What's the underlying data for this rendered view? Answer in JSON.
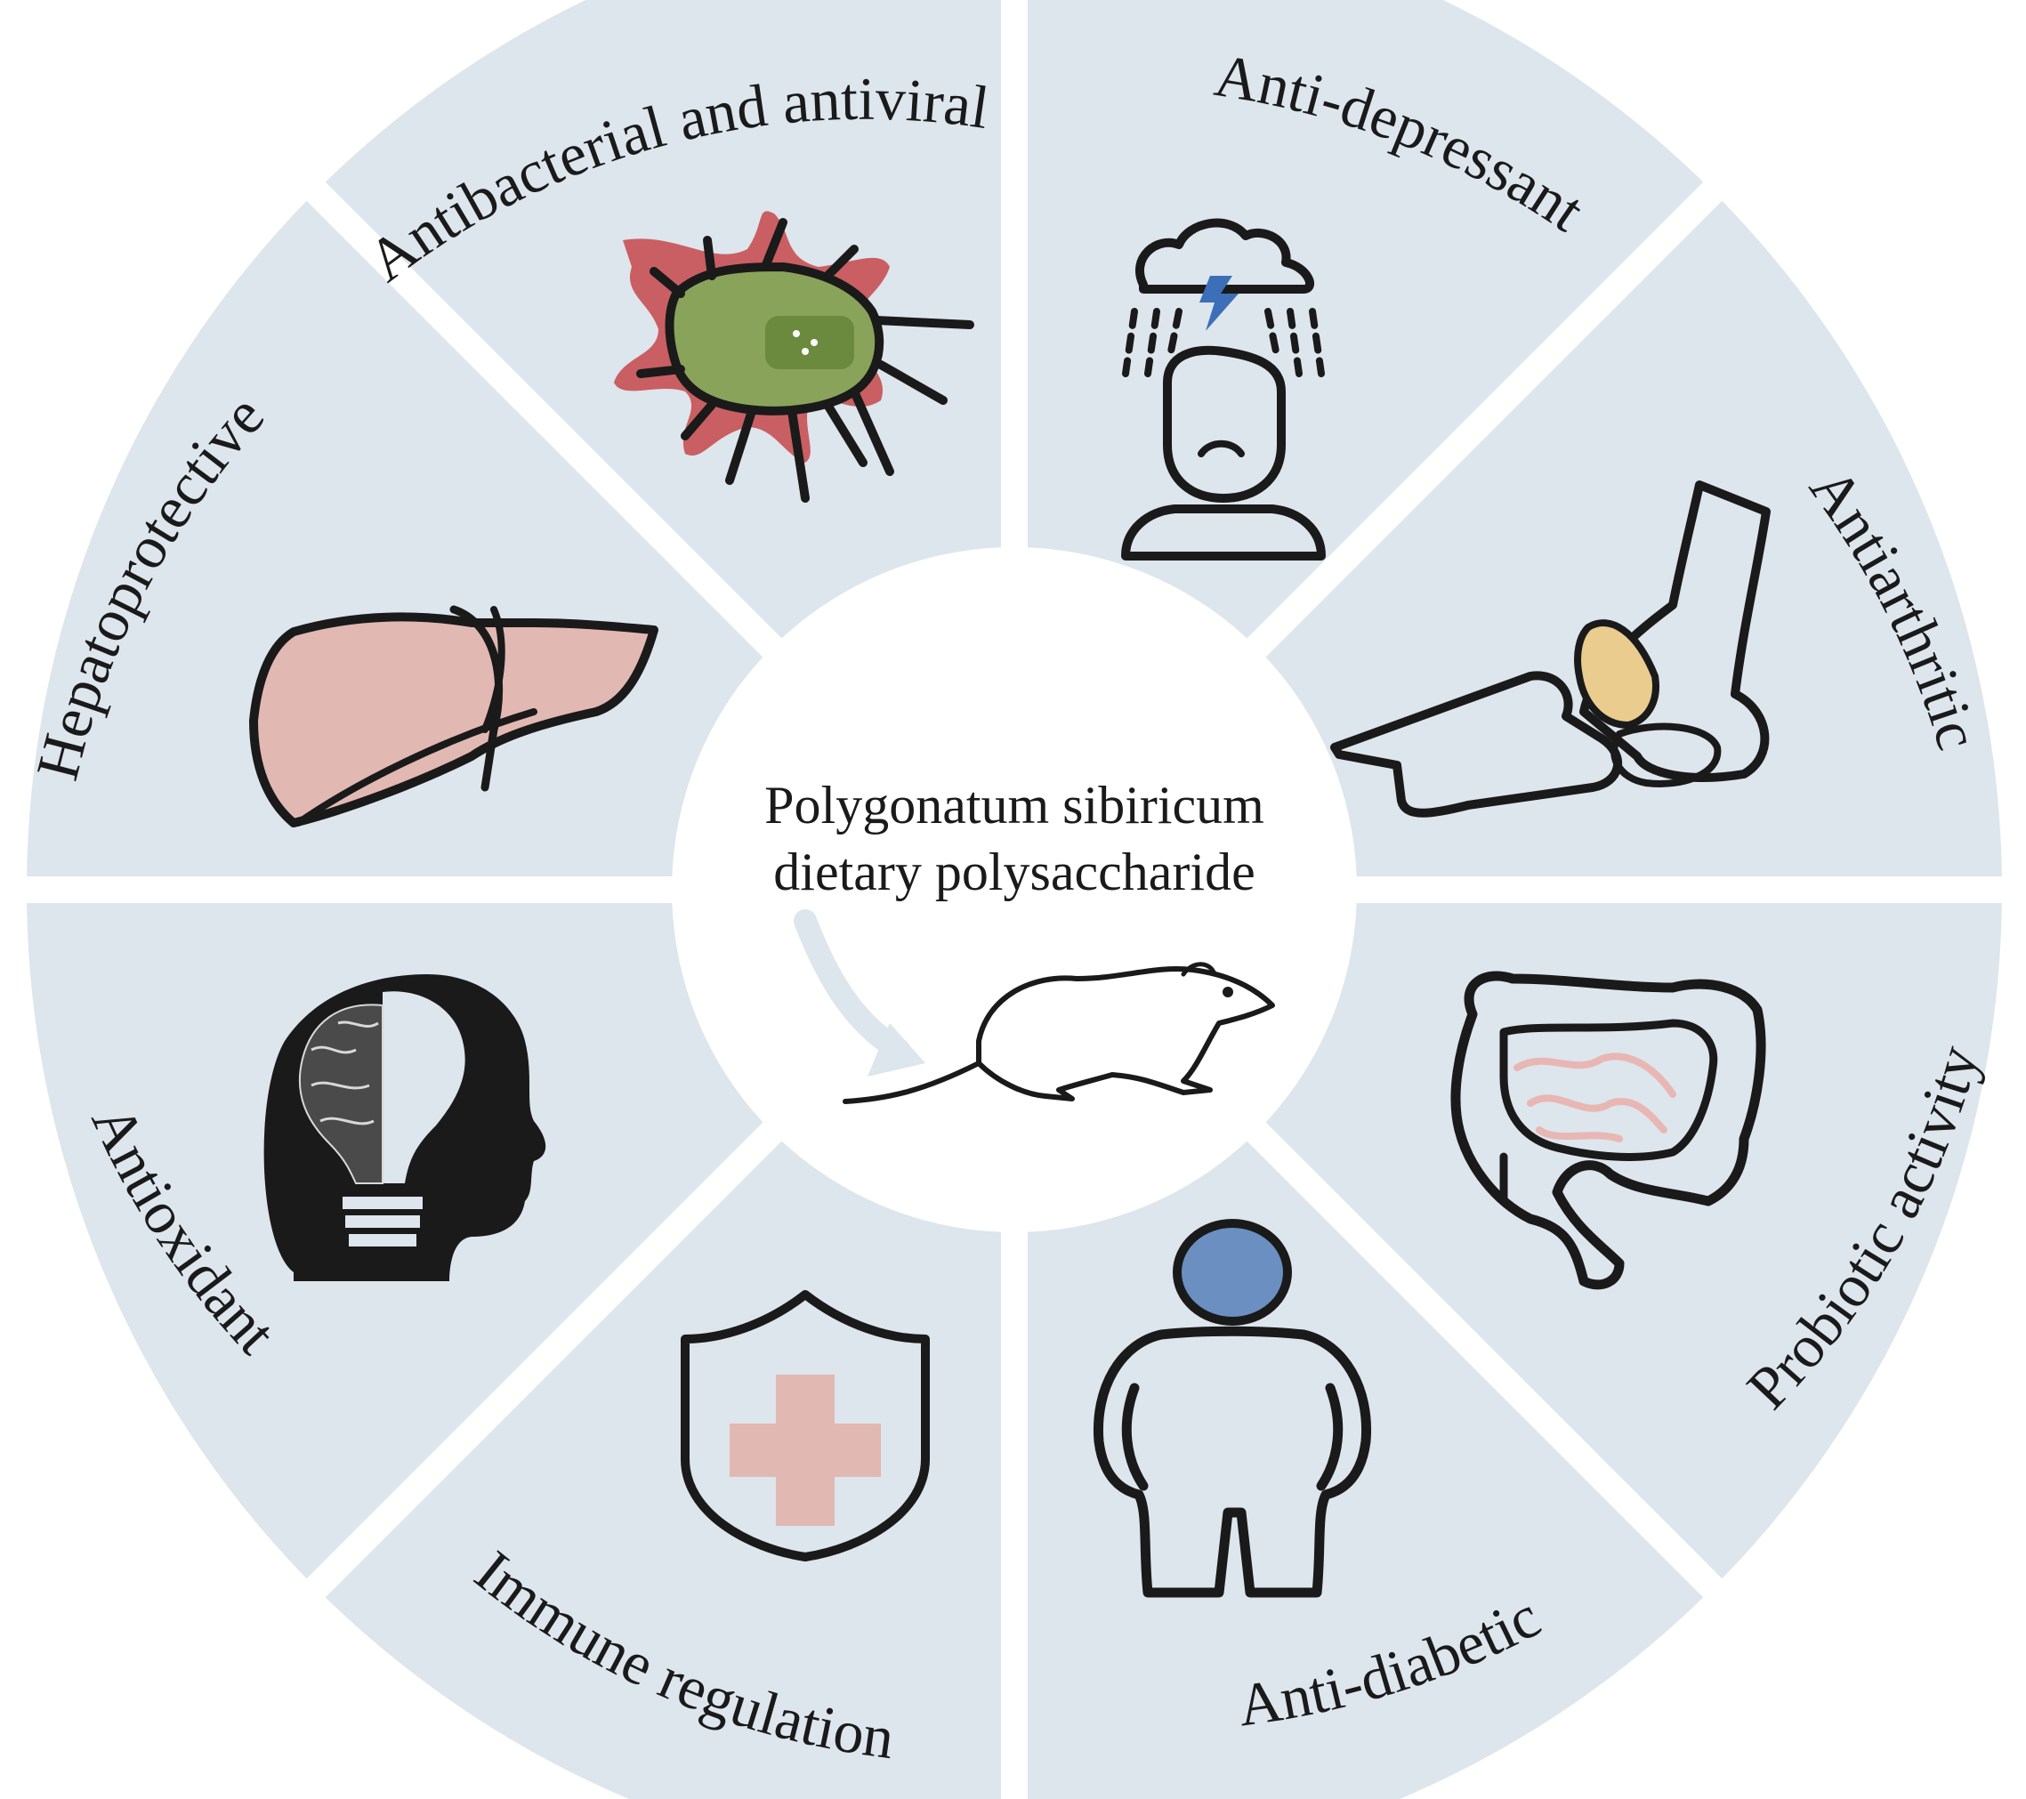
{
  "center": {
    "line1": "Polygonatum sibiricum",
    "line2": "dietary polysaccharide"
  },
  "segments": [
    {
      "label": "Antibacterial and antiviral",
      "icon": "virus-icon"
    },
    {
      "label": "Anti-depressant",
      "icon": "depressed-person-icon"
    },
    {
      "label": "Antiarthritic",
      "icon": "joint-icon"
    },
    {
      "label": "Probiotic activity",
      "icon": "intestine-icon"
    },
    {
      "label": "Anti-diabetic",
      "icon": "obese-person-icon"
    },
    {
      "label": "Immune regulation",
      "icon": "shield-cross-icon"
    },
    {
      "label": "Antioxidant",
      "icon": "head-lightbulb-icon"
    },
    {
      "label": "Hepatoprotective",
      "icon": "liver-icon"
    }
  ],
  "colors": {
    "segment": "#dde5ed",
    "outline": "#1a1a1a",
    "virus_body": "#8aa35a",
    "virus_splash": "#c95f62",
    "liver": "#e2b8b3",
    "cartilage": "#e9cc8e",
    "cross": "#e2b8b3",
    "head_blue": "#6a8fc0",
    "lightning": "#3d6fb8",
    "mouse": "#e6e6e6"
  },
  "center_icons": [
    "arrow-icon",
    "mouse-icon"
  ]
}
